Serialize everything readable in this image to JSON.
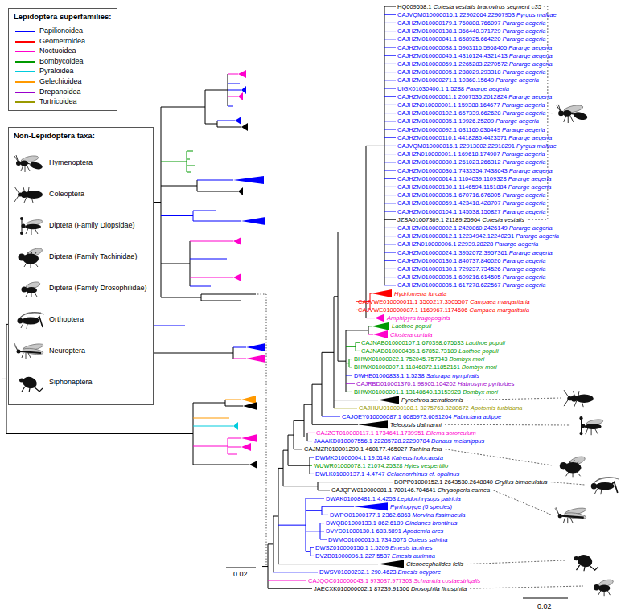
{
  "diagram": {
    "nodes": [
      {
        "text": [
          "Lepidoptera superfamilies:"
        ]
      },
      {
        "text": [
          "Non-Lepidoptera taxa:"
        ]
      }
    ],
    "labels": [
      "HQ009558.1 Cotesia vestalis bracovirus segment c35",
      "CAJVQM010000016.1 22902664.22907953 Pyrgus malvae",
      "CAJHZM010000179.1 760808.766097 Pararge aegeria",
      "CAJHZM010000138.1 366440.371729 Pararge aegeria",
      "CAJHZM010000041.1 658925.664220 Pararge aegeria",
      "CAJHZM010000038.1 5963116.5968405 Pararge aegeria",
      "CAJHZM010000045.1 4316124.4321413 Pararge aegeria",
      "CAJHZM010000059.1 2265283.2270572 Pararge aegeria",
      "CAJHZM010000005.1 288029.293318 Pararge aegeria",
      "CAJHZM010000271.1 10360.15649 Pararge aegeria",
      "UIGX01030406.1 1.5288 Pararge aegeria",
      "CAJHZM010000011.1 2007535.2012824 Pararge aegeria",
      "CAJHZN010000001.1 159388.164677 Pararge aegeria",
      "CAJHZM010000102.1 657339.662628 Pararge aegeria",
      "CAJHZM010000035.1 19926.25209 Pararge aegeria",
      "CAJHZM010000092.1 631160.636449 Pararge aegeria",
      "CAJHZM010000110.1 4418285.4423571 Pararge aegeria",
      "CAJVQM010000016.1 22913002.22918291 Pyrgus malvae",
      "CAJHZN010000001.1 169618.174907 Pararge aegeria",
      "CAJHZM010000080.1 261023.266312 Pararge aegeria",
      "CAJHZM010000036.1 7433354.7438643 Pararge aegeria",
      "CAJHZM010000014.1 1104039.1109328 Pararge aegeria",
      "CAJHZM010000130.1 1146594.1151884 Pararge aegeria",
      "CAJHZM010000035.1 670716.676005 Pararge aegeria",
      "CAJHZM010000059.1 423418.428707 Pararge aegeria",
      "CAJHZM010000104.1 145538.150827 Pararge aegeria",
      "JZSA01007369.1 21189.25964 Cotesia vestalis",
      "CAJHZM010000002.1 2420860.2426149 Pararge aegeria",
      "CAJHZM010000012.1 12234942.12240231 Pararge aegeria",
      "CAJHZN010000006.1 22939.28228 Pararge aegeria",
      "CAJHZM010000024.1 3952072.3957361 Pararge aegeria",
      "CAJHZM010000130.1 840737.846026 Pararge aegeria",
      "CAJHZM010000130.1 729237.734526 Pararge aegeria",
      "CAJHZM010000035.1 609216.614505 Pararge aegeria",
      "CAJHZM010000035.1 617278.622567 Pararge aegeria",
      "Hydriomena furcata",
      "CAJVWE010000011.1 3500217.3505507 Campaea margaritaria",
      "CAJVWE010000087.1 1169967.1174606 Campaea margaritaria",
      "Amphipyra tragopoginis",
      "Laothoe populi",
      "Clostera curtula",
      "CAJNAB010000107.1 670398.675633 Laothoe populi",
      "CAJNAB010000435.1 67852.73189 Laothoe populi",
      "BHWX01000022.1 752045.757343 Bombyx mori",
      "BHWX01000007.1 11846872.11852161 Bombyx mori",
      "DWHE01006833.1 1.5238 Saturapa nymphalis",
      "CAJRBD010001370.1 98905.104202 Habrosyne pyritoides",
      "BHWX01000001.1 13148640.13153928 Bombyx mori",
      "Pyrochroa serraticornis",
      "CAJHUU010000108.1 3275763.3280672 Apotomis turbidana",
      "CAJQEY010000087.1 6085973.6091264 Fabriciana adippe",
      "Teleopsis dalmanni",
      "CAJZCT010000117.1 1734641.1739951 Eilema sororculum",
      "JAAAKD010007556.1 22285728.22290784 Danaus melanippus",
      "CAJMZR010001290.1 460177.465027 Tachina fera",
      "DWMK01000004.1 19.5148 Katreus holocausta",
      "WUWR01000078.1 21074.25328 Hyles vespertilio",
      "DWLK01000137.1 4.4747 Celaenorrhinus cf. opalinus",
      "BOPP01000152.1 2643530.2648840 Gryllus bimaculatus",
      "CAJQFW010000081.1 700146.704641 Chrysoperla carnea",
      "DWAK01008481.1 4.4253 Lepidochrysops patricia",
      "Pyrrhopyge (6 species)",
      "DWPO01000177.1 2362.6863 Morvina fissimacula",
      "DWQB01000133.1 862.6189 Gindanes brontinus",
      "DVYD01000130.1 683.5891 Apodemia ares",
      "DWMC01000015.1 734.5673 Ouleus salvina",
      "DWSZ010000156.1 1.5209 Emesis lacrines",
      "DVZB01000096.1 227.5537 Emesis aurimna",
      "Ctenocephalides felis",
      "DWSV01000232.1 290.4623 Emesis ocypore",
      "CAJQQC010000043.1 973037.977303 Schrankia costaestrigalis",
      "JAECXK010000002.1 87239.91306 Drosophila ficusphila",
      "0.02",
      "0.02"
    ],
    "legend": [
      {
        "text": "Papilionoidea",
        "color": "#0000ff"
      },
      {
        "text": "Geometroidea",
        "color": "#ff0000"
      },
      {
        "text": "Noctuoidea",
        "color": "#ff00cc"
      },
      {
        "text": "Bombycoidea",
        "color": "#009900"
      },
      {
        "text": "Pyraloidea",
        "color": "#00ccdd"
      },
      {
        "text": "Gelechioidea",
        "color": "#ff9900"
      },
      {
        "text": "Drepanoidea",
        "color": "#9900cc"
      },
      {
        "text": "Tortricoidea",
        "color": "#999900"
      },
      {
        "text": "Hymenoptera"
      },
      {
        "text": "Coleoptera"
      },
      {
        "text": "Diptera (Family Diopsidae)"
      },
      {
        "text": "Diptera (Family Tachinidae)"
      },
      {
        "text": "Diptera (Family Drosophilidae)"
      },
      {
        "text": "Orthoptera"
      },
      {
        "text": "Neuroptera"
      },
      {
        "text": "Siphonaptera"
      }
    ]
  }
}
